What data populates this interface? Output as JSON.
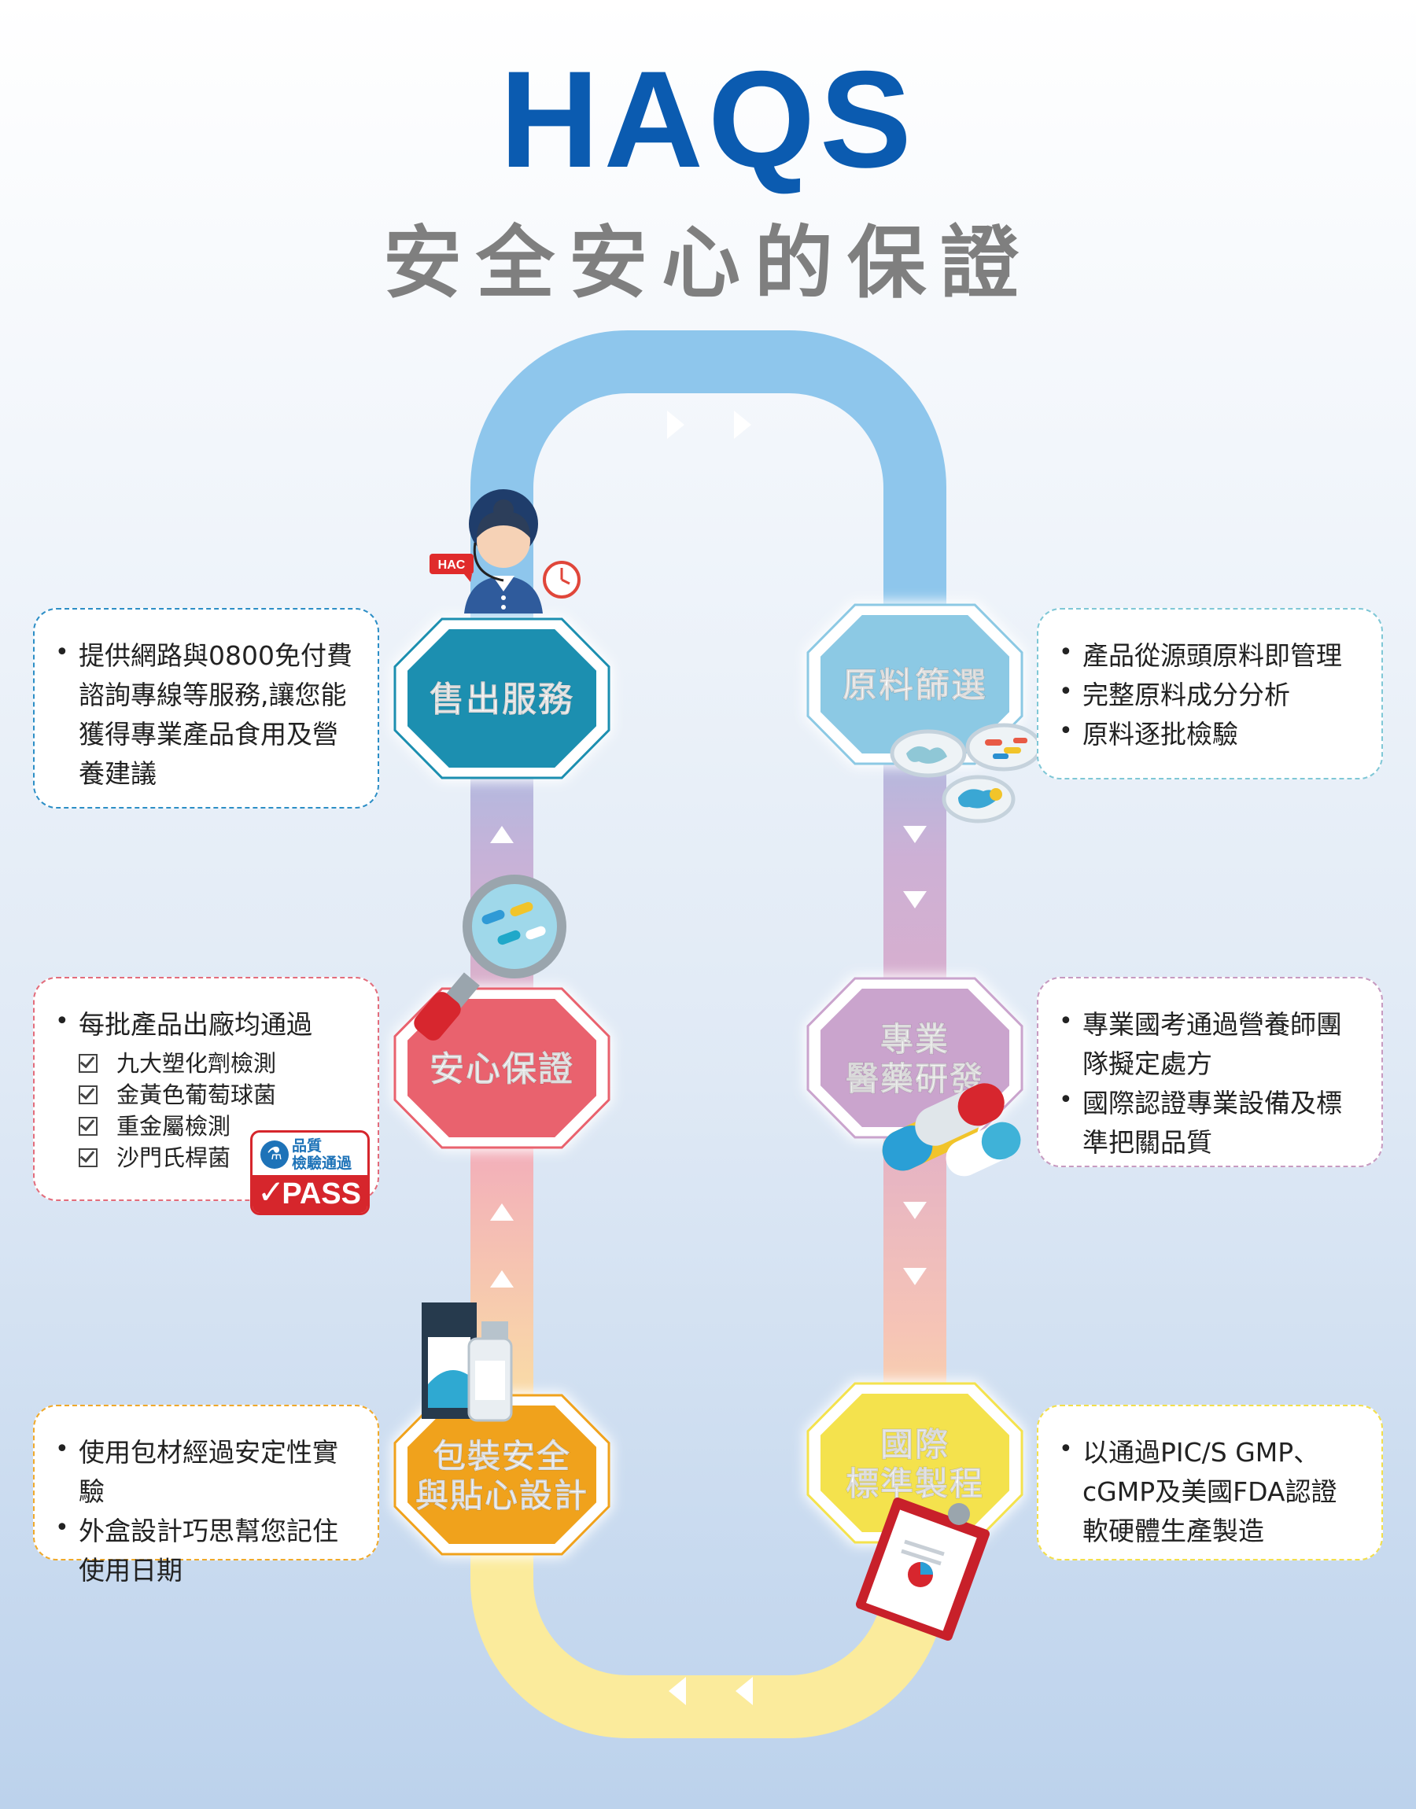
{
  "header": {
    "title": "HAQS",
    "subtitle": "安全安心的保證"
  },
  "colors": {
    "title_blue": "#0b5bb0",
    "subtitle_gray": "#7f7f7f",
    "sales": "#1c8fb0",
    "raw": "#8cc9e4",
    "rd": "#caa4cd",
    "gmp": "#f4e24d",
    "pack": "#f0a21c",
    "safety": "#e9626e"
  },
  "steps": {
    "sales": {
      "label_lines": [
        "售出服務"
      ],
      "bullets": [
        "提供網路與0800免付費諮詢專線等服務,讓您能獲得專業產品食用及營養建議"
      ]
    },
    "raw": {
      "label_lines": [
        "原料篩選"
      ],
      "bullets": [
        "產品從源頭原料即管理",
        "完整原料成分分析",
        "原料逐批檢驗"
      ]
    },
    "rd": {
      "label_lines": [
        "專業",
        "醫藥研發"
      ],
      "bullets": [
        "專業國考通過營養師團隊擬定處方",
        "國際認證專業設備及標準把關品質"
      ]
    },
    "gmp": {
      "label_lines": [
        "國際",
        "標準製程"
      ],
      "bullets": [
        "以通過PIC/S GMP、cGMP及美國FDA認證軟硬體生產製造"
      ]
    },
    "pack": {
      "label_lines": [
        "包裝安全",
        "與貼心設計"
      ],
      "bullets": [
        "使用包材經過安定性實驗",
        "外盒設計巧思幫您記住使用日期"
      ]
    },
    "safety": {
      "label_lines": [
        "安心保證"
      ],
      "bullets": [
        "每批產品出廠均通過"
      ],
      "checks": [
        "九大塑化劑檢測",
        "金黃色葡萄球菌",
        "重金屬檢測",
        "沙門氏桿菌"
      ]
    }
  },
  "badges": {
    "hac": "HAC",
    "pass_top_line1": "品質",
    "pass_top_line2": "檢驗通過",
    "pass_word": "PASS"
  }
}
